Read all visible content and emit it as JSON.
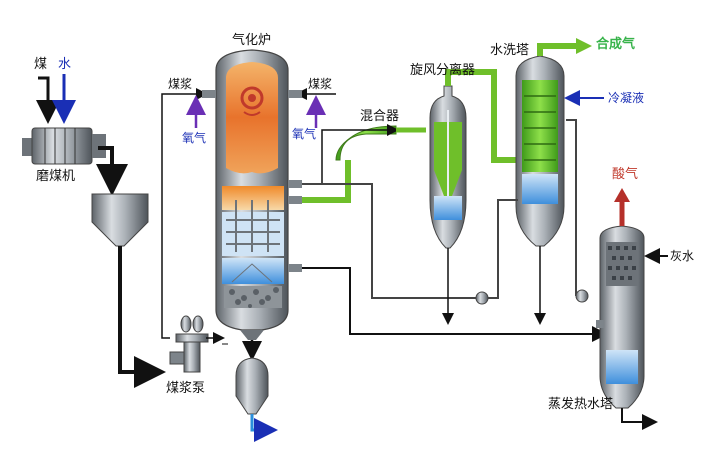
{
  "labels": {
    "coal": "煤",
    "water": "水",
    "mill": "磨煤机",
    "gasifier": "气化炉",
    "slurry_left": "煤浆",
    "slurry_right": "煤浆",
    "oxygen_left": "氧气",
    "oxygen_right": "氧气",
    "mixer": "混合器",
    "cyclone": "旋风分离器",
    "scrubber": "水洗塔",
    "syngas": "合成气",
    "condensate": "冷凝液",
    "acid_gas": "酸气",
    "grey_water": "灰水",
    "slurry_pump": "煤浆泵",
    "evaporator": "蒸发热水塔"
  },
  "colors": {
    "syngas_green": "#6fbf2a",
    "water_blue": "#2a6fd6",
    "acid_red": "#b5302a",
    "oxygen_purple": "#6a2fb5",
    "vessel_gray": "#9aa1a8"
  }
}
